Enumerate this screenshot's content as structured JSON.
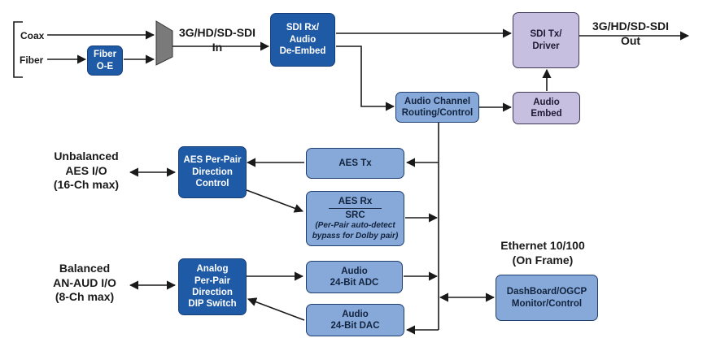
{
  "inputs": {
    "coax": "Coax",
    "fiber": "Fiber"
  },
  "sdi_in": [
    "3G/HD/SD-SDI",
    "In"
  ],
  "sdi_out": [
    "3G/HD/SD-SDI",
    "Out"
  ],
  "blocks": {
    "fiber_oe": [
      "Fiber",
      "O-E"
    ],
    "sdi_rx": [
      "SDI Rx/",
      "Audio",
      "De-Embed"
    ],
    "sdi_tx": [
      "SDI Tx/",
      "Driver"
    ],
    "audio_routing": [
      "Audio Channel",
      "Routing/Control"
    ],
    "audio_embed": [
      "Audio",
      "Embed"
    ],
    "aes_direction": [
      "AES Per-Pair",
      "Direction",
      "Control"
    ],
    "aes_tx": [
      "AES Tx"
    ],
    "aes_rx": {
      "title": "AES Rx",
      "sub": "SRC",
      "note": [
        "(Per-Pair auto-detect",
        "bypass for Dolby pair)"
      ]
    },
    "analog_direction": [
      "Analog",
      "Per-Pair",
      "Direction",
      "DIP Switch"
    ],
    "adc": [
      "Audio",
      "24-Bit ADC"
    ],
    "dac": [
      "Audio",
      "24-Bit DAC"
    ],
    "dashboard": [
      "DashBoard/OGCP",
      "Monitor/Control"
    ]
  },
  "side_labels": {
    "unbalanced": [
      "Unbalanced",
      "AES I/O",
      "(16-Ch max)"
    ],
    "balanced": [
      "Balanced",
      "AN-AUD I/O",
      "(8-Ch max)"
    ],
    "ethernet": [
      "Ethernet 10/100",
      "(On Frame)"
    ]
  },
  "colors": {
    "dark_block": "#1f5aa6",
    "light_block": "#86a9d9",
    "purple_block": "#c7bfe0",
    "line": "#1a1a1a",
    "mux": "#7a7a7a"
  }
}
